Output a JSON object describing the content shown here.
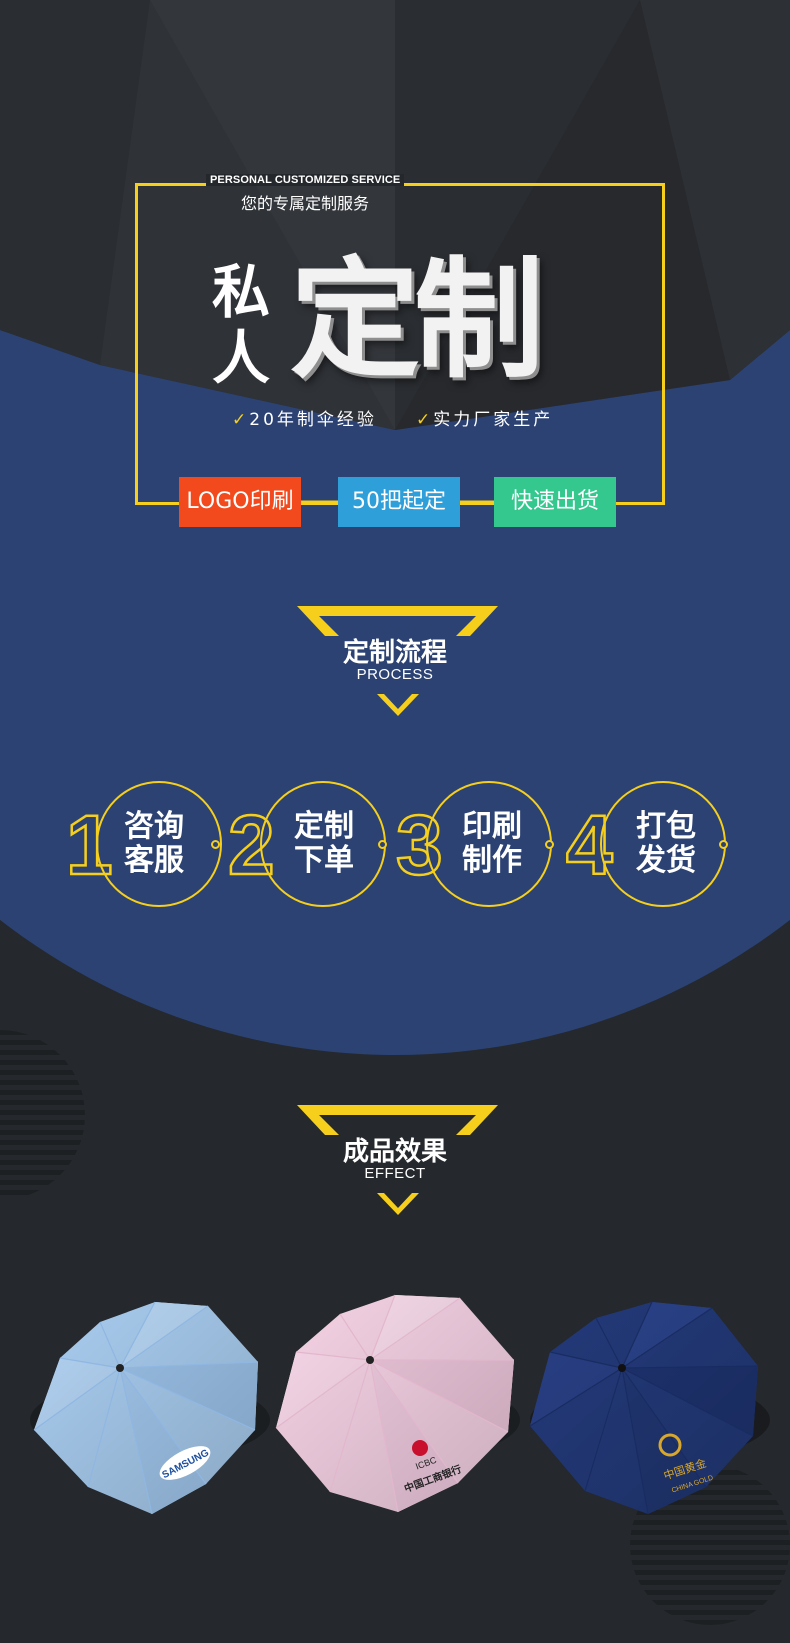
{
  "hero": {
    "subtitle_en": "PERSONAL CUSTOMIZED SERVICE",
    "subtitle_cn": "您的专属定制服务",
    "title_char_1": "私",
    "title_char_2": "人",
    "title_big": "定制",
    "features": [
      "20年制伞经验",
      "实力厂家生产"
    ],
    "tags": [
      {
        "label": "LOGO印刷",
        "color": "#f24a1c"
      },
      {
        "label": "50把起定",
        "color": "#2e9fd9"
      },
      {
        "label": "快速出货",
        "color": "#35c88e"
      }
    ]
  },
  "process": {
    "title": "定制流程",
    "subtitle": "PROCESS",
    "steps": [
      {
        "number": "1",
        "line1": "咨询",
        "line2": "客服"
      },
      {
        "number": "2",
        "line1": "定制",
        "line2": "下单"
      },
      {
        "number": "3",
        "line1": "印刷",
        "line2": "制作"
      },
      {
        "number": "4",
        "line1": "打包",
        "line2": "发货"
      }
    ]
  },
  "effect": {
    "title": "成品效果",
    "subtitle": "EFFECT",
    "umbrellas": [
      {
        "color": "#a9cdf0",
        "logo_text": "SAMSUNG"
      },
      {
        "color": "#f6d3e6",
        "logo_line1": "ICBC",
        "logo_line2": "中国工商银行"
      },
      {
        "color": "#233a7a",
        "logo_line1": "中国黄金",
        "logo_line2": "CHINA GOLD"
      }
    ]
  },
  "colors": {
    "accent_yellow": "#f5cf1c",
    "navy": "#2b4273",
    "dark": "#25282c"
  }
}
